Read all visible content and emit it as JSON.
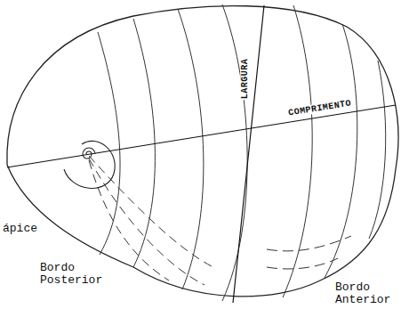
{
  "diagram": {
    "labels": [
      "LARGURA",
      "COMPRIMENTO",
      "ápice",
      "Bordo Posterior",
      "Bordo Anterior"
    ]
  }
}
